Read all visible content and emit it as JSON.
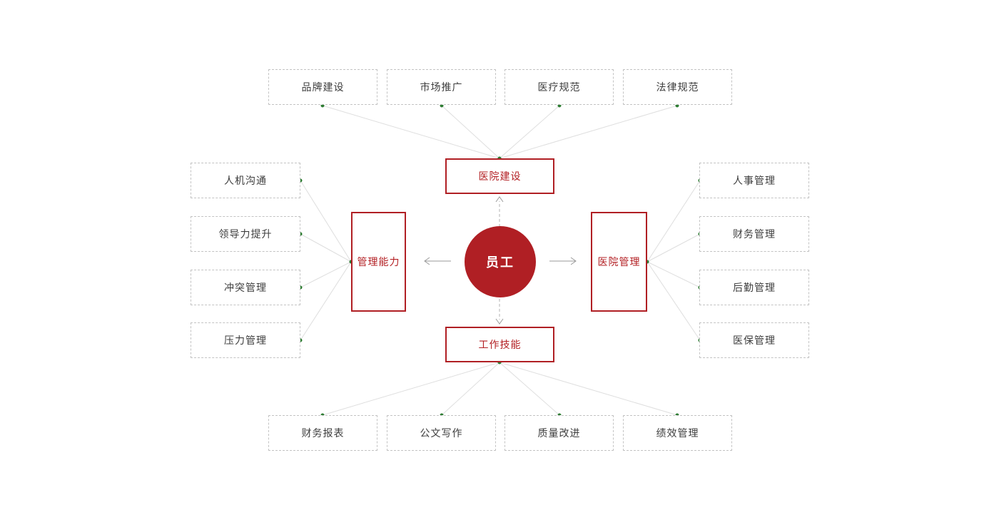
{
  "colors": {
    "accent_red": "#b01f24",
    "dot_green": "#2e7d33",
    "fan_line_gray": "#dedede",
    "arrow_gray": "#9a9a9a",
    "leaf_border_gray": "#c3c3c3",
    "leaf_text": "#3d3d3d",
    "background": "#ffffff"
  },
  "center": {
    "label": "员工"
  },
  "categories": {
    "top": {
      "label": "医院建设"
    },
    "left": {
      "label": "管理能力"
    },
    "right": {
      "label": "医院管理"
    },
    "bottom": {
      "label": "工作技能"
    }
  },
  "leaves": {
    "top": [
      {
        "label": "品牌建设"
      },
      {
        "label": "市场推广"
      },
      {
        "label": "医疗规范"
      },
      {
        "label": "法律规范"
      }
    ],
    "left": [
      {
        "label": "人机沟通"
      },
      {
        "label": "领导力提升"
      },
      {
        "label": "冲突管理"
      },
      {
        "label": "压力管理"
      }
    ],
    "right": [
      {
        "label": "人事管理"
      },
      {
        "label": "财务管理"
      },
      {
        "label": "后勤管理"
      },
      {
        "label": "医保管理"
      }
    ],
    "bottom": [
      {
        "label": "财务报表"
      },
      {
        "label": "公文写作"
      },
      {
        "label": "质量改进"
      },
      {
        "label": "绩效管理"
      }
    ]
  }
}
